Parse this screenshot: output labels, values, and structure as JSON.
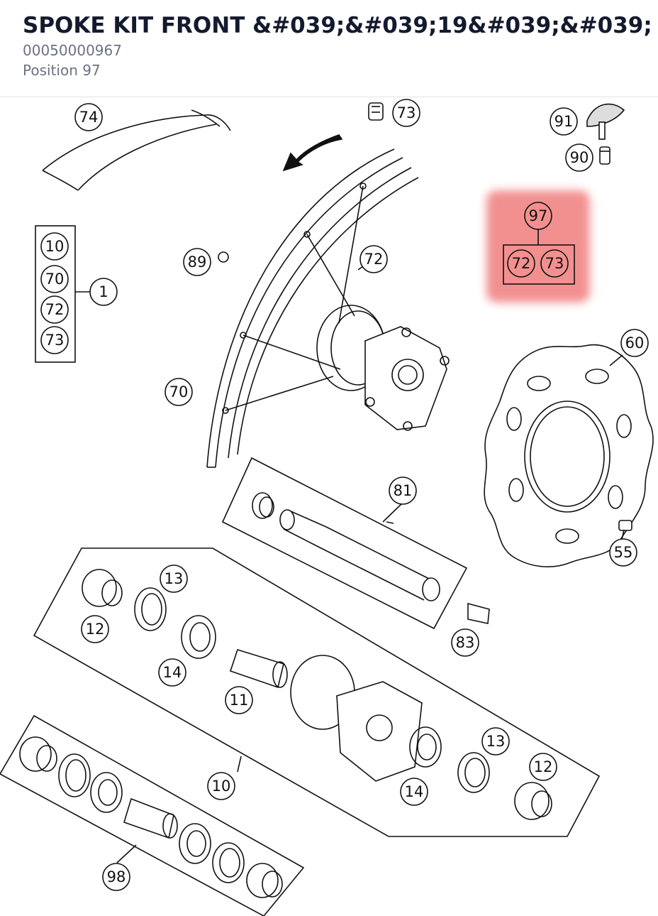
{
  "header": {
    "title": "SPOKE KIT FRONT &#039;&#039;19&#039;&#039;",
    "part_number": "00050000967",
    "position": "Position 97"
  },
  "diagram": {
    "highlight_color": "#f28b8b",
    "callouts": [
      "74",
      "73",
      "91",
      "90",
      "97",
      "72",
      "73",
      "10",
      "70",
      "72",
      "73",
      "1",
      "89",
      "72",
      "70",
      "60",
      "81",
      "13",
      "12",
      "14",
      "11",
      "83",
      "55",
      "13",
      "12",
      "14",
      "10",
      "98"
    ]
  }
}
